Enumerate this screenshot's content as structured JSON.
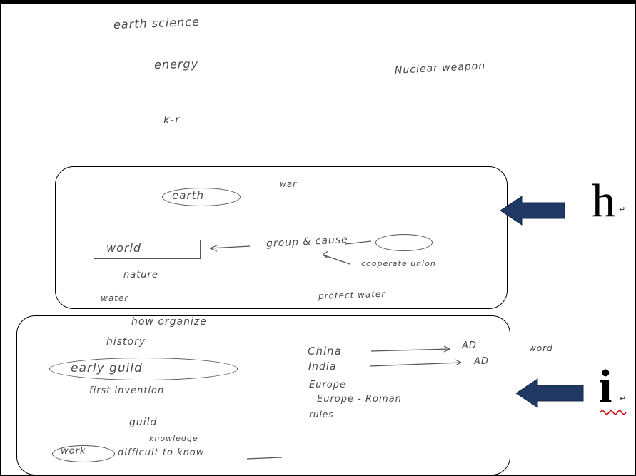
{
  "sketch_top": {
    "line1": "earth science",
    "line2": "energy",
    "line3": "Nuclear weapon",
    "line4": "k-r"
  },
  "panel_h": {
    "label": "h",
    "return_mark": "↵",
    "notes": {
      "top": "war",
      "earth": "earth",
      "world": "world",
      "group": "group & cause",
      "cooperate": "cooperate union",
      "nature": "nature",
      "water": "water",
      "protect": "protect water"
    }
  },
  "panel_i": {
    "label": "i",
    "return_mark": "↵",
    "notes": {
      "organize": "how organize",
      "history": "history",
      "early": "early guild",
      "china": "China",
      "india": "India",
      "ad": "AD",
      "ad_india": "AD",
      "wood": "word",
      "first": "first invention",
      "europe": "Europe",
      "europe_line": "Europe - Roman",
      "rules": "rules",
      "guild": "guild",
      "knowledge": "knowledge",
      "work": "work",
      "difficult": "difficult to know"
    }
  },
  "colors": {
    "arrow": "#1f3864",
    "ink": "#4a4a4a",
    "squiggle": "#cc0000"
  },
  "icons": {
    "arrow_h": "left-arrow-icon",
    "arrow_i": "left-arrow-icon"
  }
}
